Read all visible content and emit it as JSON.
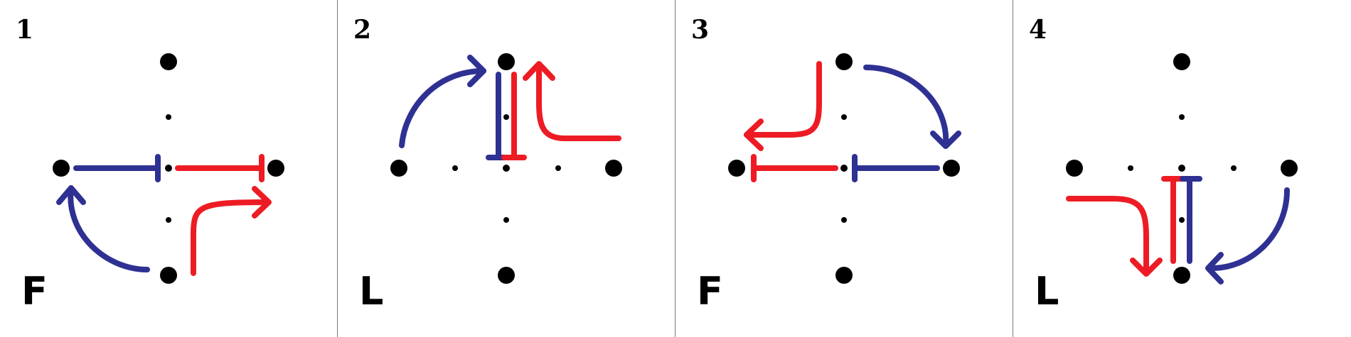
{
  "colors": {
    "blue": "#2e3192",
    "red": "#ed1c24",
    "dot": "#000000"
  },
  "panels": [
    {
      "number": "1",
      "letter": "F"
    },
    {
      "number": "2",
      "letter": "L"
    },
    {
      "number": "3",
      "letter": "F"
    },
    {
      "number": "4",
      "letter": "L"
    }
  ]
}
